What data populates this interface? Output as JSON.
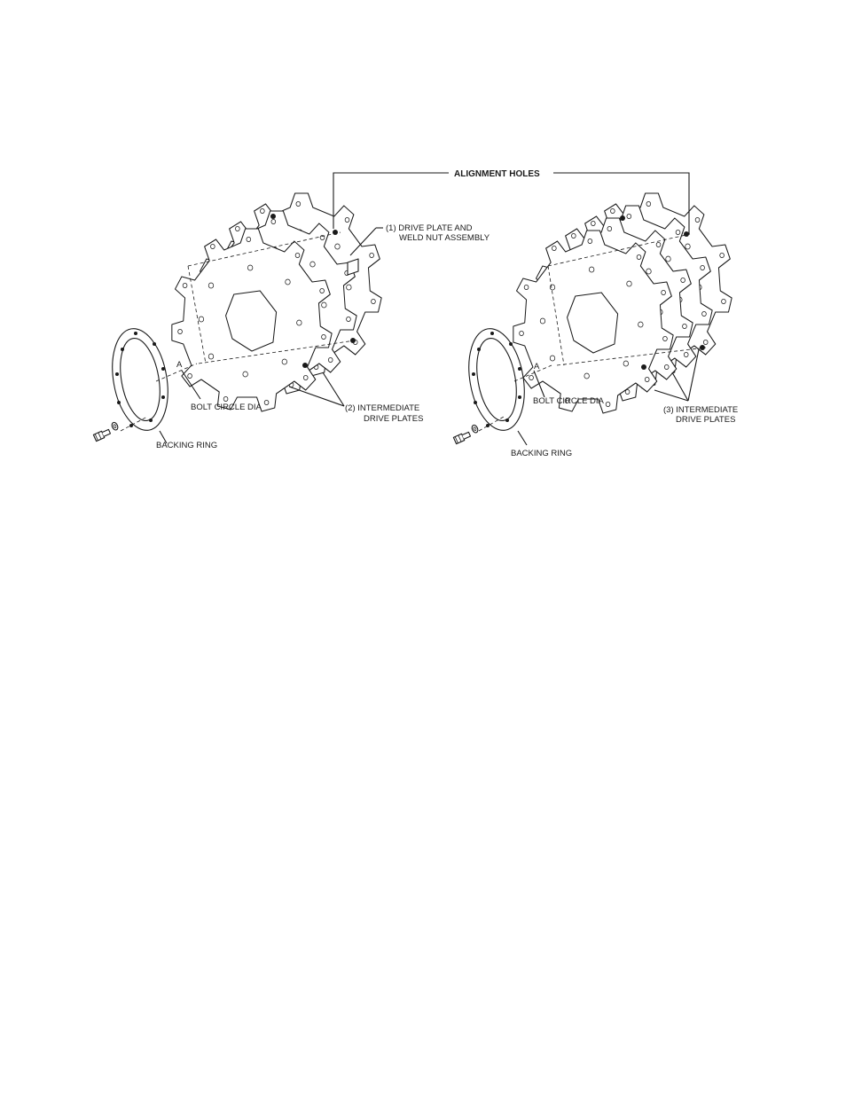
{
  "labels": {
    "alignment_holes": "ALIGNMENT HOLES",
    "left": {
      "drive_plate_line1": "(1) DRIVE PLATE AND",
      "drive_plate_line2": "WELD NUT ASSEMBLY",
      "point_a": "A",
      "bolt_circle": "BOLT CIRCLE DIA",
      "intermediate_line1": "(2) INTERMEDIATE",
      "intermediate_line2": "DRIVE PLATES",
      "backing_ring": "BACKING RING"
    },
    "right": {
      "point_a": "A",
      "bolt_circle": "BOLT CIRCLE DIA",
      "intermediate_line1": "(3) INTERMEDIATE",
      "intermediate_line2": "DRIVE PLATES",
      "backing_ring": "BACKING RING"
    }
  }
}
